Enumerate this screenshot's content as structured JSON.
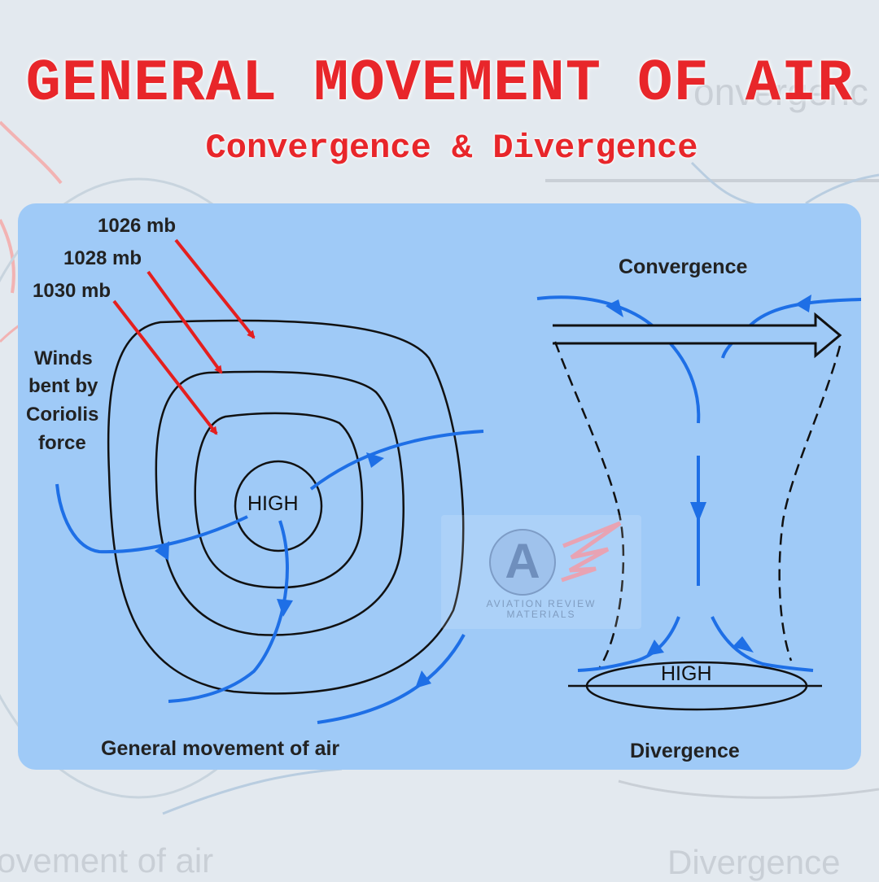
{
  "title": "GENERAL MOVEMENT OF AIR",
  "subtitle": "Convergence & Divergence",
  "background_text": {
    "top_right": "onvergenc",
    "bottom_left": "ovement of air",
    "bottom_right": "Divergence"
  },
  "diagram": {
    "isobars": [
      "1026 mb",
      "1028 mb",
      "1030 mb"
    ],
    "coriolis_note": [
      "Winds",
      "bent by",
      "Coriolis",
      "force"
    ],
    "center_label": "HIGH",
    "left_caption": "General movement of air",
    "convergence_label": "Convergence",
    "surface_high_label": "HIGH",
    "divergence_label": "Divergence"
  },
  "watermark": {
    "logo_letter": "A",
    "line1": "AVIATION REVIEW",
    "line2": "MATERIALS"
  },
  "colors": {
    "title_red": "#e8262a",
    "panel_blue": "#9fcaf7",
    "flow_blue": "#1e6fe6",
    "arrow_red": "#e41f1f",
    "line_black": "#111111"
  }
}
